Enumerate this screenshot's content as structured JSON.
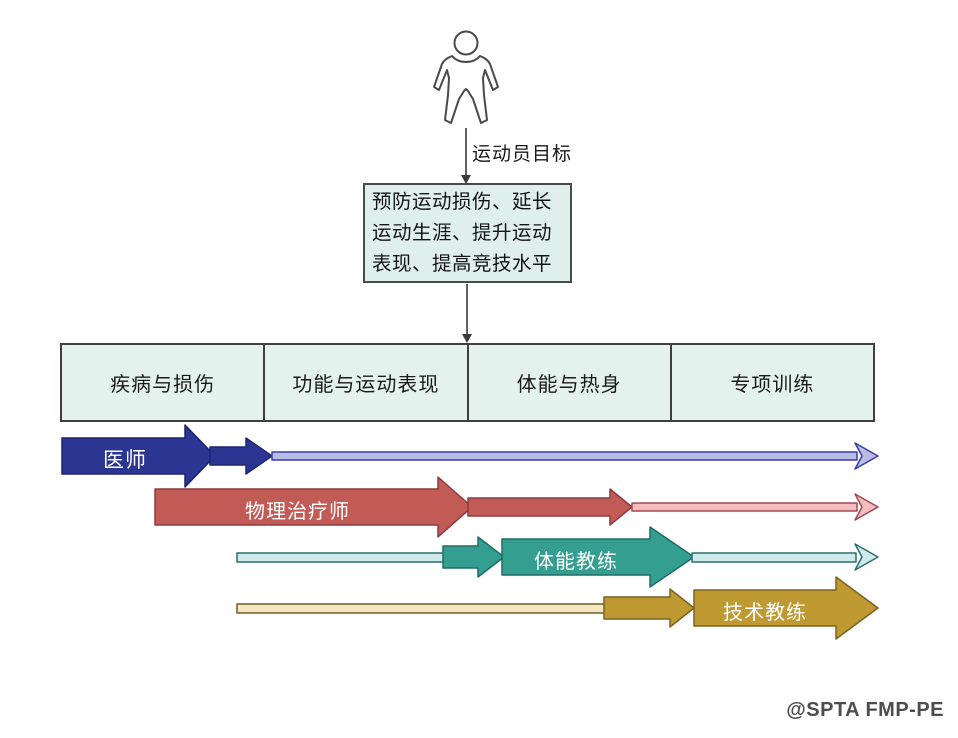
{
  "title_flow": {
    "goal_label": "运动员目标",
    "goal_box_lines": {
      "line1": "预防运动损伤、延长",
      "line2": "运动生涯、提升运动",
      "line3": "表现、提高竞技水平"
    }
  },
  "phases": [
    {
      "label": "疾病与损伤"
    },
    {
      "label": "功能与运动表现"
    },
    {
      "label": "体能与热身"
    },
    {
      "label": "专项训练"
    }
  ],
  "roles": [
    {
      "label": "医师",
      "fill": "#2b3592",
      "edge": "#1e2570",
      "track_fill": "#b9bce4",
      "track_edge": "#3a3f9e"
    },
    {
      "label": "物理治疗师",
      "fill": "#c25a56",
      "edge": "#8e3a3e",
      "track_fill": "#f5bdbf",
      "track_edge": "#a04a50"
    },
    {
      "label": "体能教练",
      "fill": "#349e90",
      "edge": "#1e6e64",
      "track_fill": "#cfeaea",
      "track_edge": "#2c6e6e"
    },
    {
      "label": "技术教练",
      "fill": "#bf9a33",
      "edge": "#7c6322",
      "track_fill": "#f6e7c3",
      "track_edge": "#6e5c28"
    }
  ],
  "watermark": "@SPTA FMP-PE",
  "colors": {
    "box_bg": "#dff0ec",
    "box_border": "#4a4a4a",
    "phase_row_bg": "#e4f2ee",
    "phase_row_border": "#3f3f3f",
    "connector": "#3a3a3a",
    "person_outline": "#4a4a4a",
    "text": "#1a1a1a",
    "watermark_text": "#4d4d4d"
  }
}
